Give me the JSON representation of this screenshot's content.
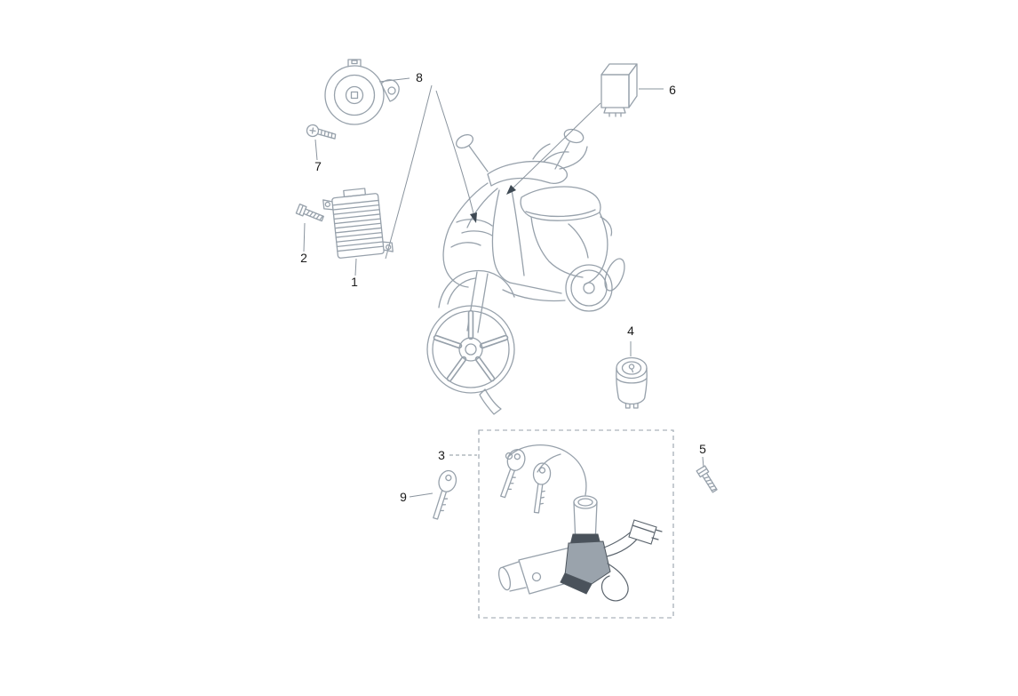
{
  "diagram": {
    "callouts": [
      {
        "label": "1"
      },
      {
        "label": "2"
      },
      {
        "label": "3"
      },
      {
        "label": "4"
      },
      {
        "label": "5"
      },
      {
        "label": "6"
      },
      {
        "label": "7"
      },
      {
        "label": "8"
      },
      {
        "label": "9"
      }
    ]
  },
  "colors": {
    "bg": "#ffffff",
    "line": "#97a1ab",
    "leader": "#8a949e",
    "label": "#1b1b1b",
    "arrow": "#3e4953",
    "wire": "#5b646d",
    "sw_dark": "#4a525b",
    "sw_mid": "#9aa3ac",
    "sw_stroke": "#4e565e"
  }
}
